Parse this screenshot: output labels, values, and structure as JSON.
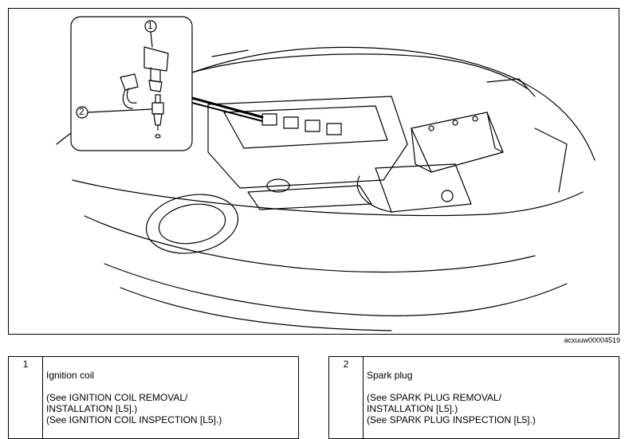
{
  "figure": {
    "image_id": "acxuuw00004519",
    "callouts": [
      "1",
      "2"
    ]
  },
  "legend": [
    {
      "number": "1",
      "title": "Ignition coil",
      "lines": "(See IGNITION COIL REMOVAL/\nINSTALLATION [L5].)\n(See IGNITION COIL INSPECTION [L5].)"
    },
    {
      "number": "2",
      "title": "Spark plug",
      "lines": "(See SPARK PLUG REMOVAL/\nINSTALLATION [L5].)\n(See SPARK PLUG INSPECTION [L5].)"
    }
  ]
}
